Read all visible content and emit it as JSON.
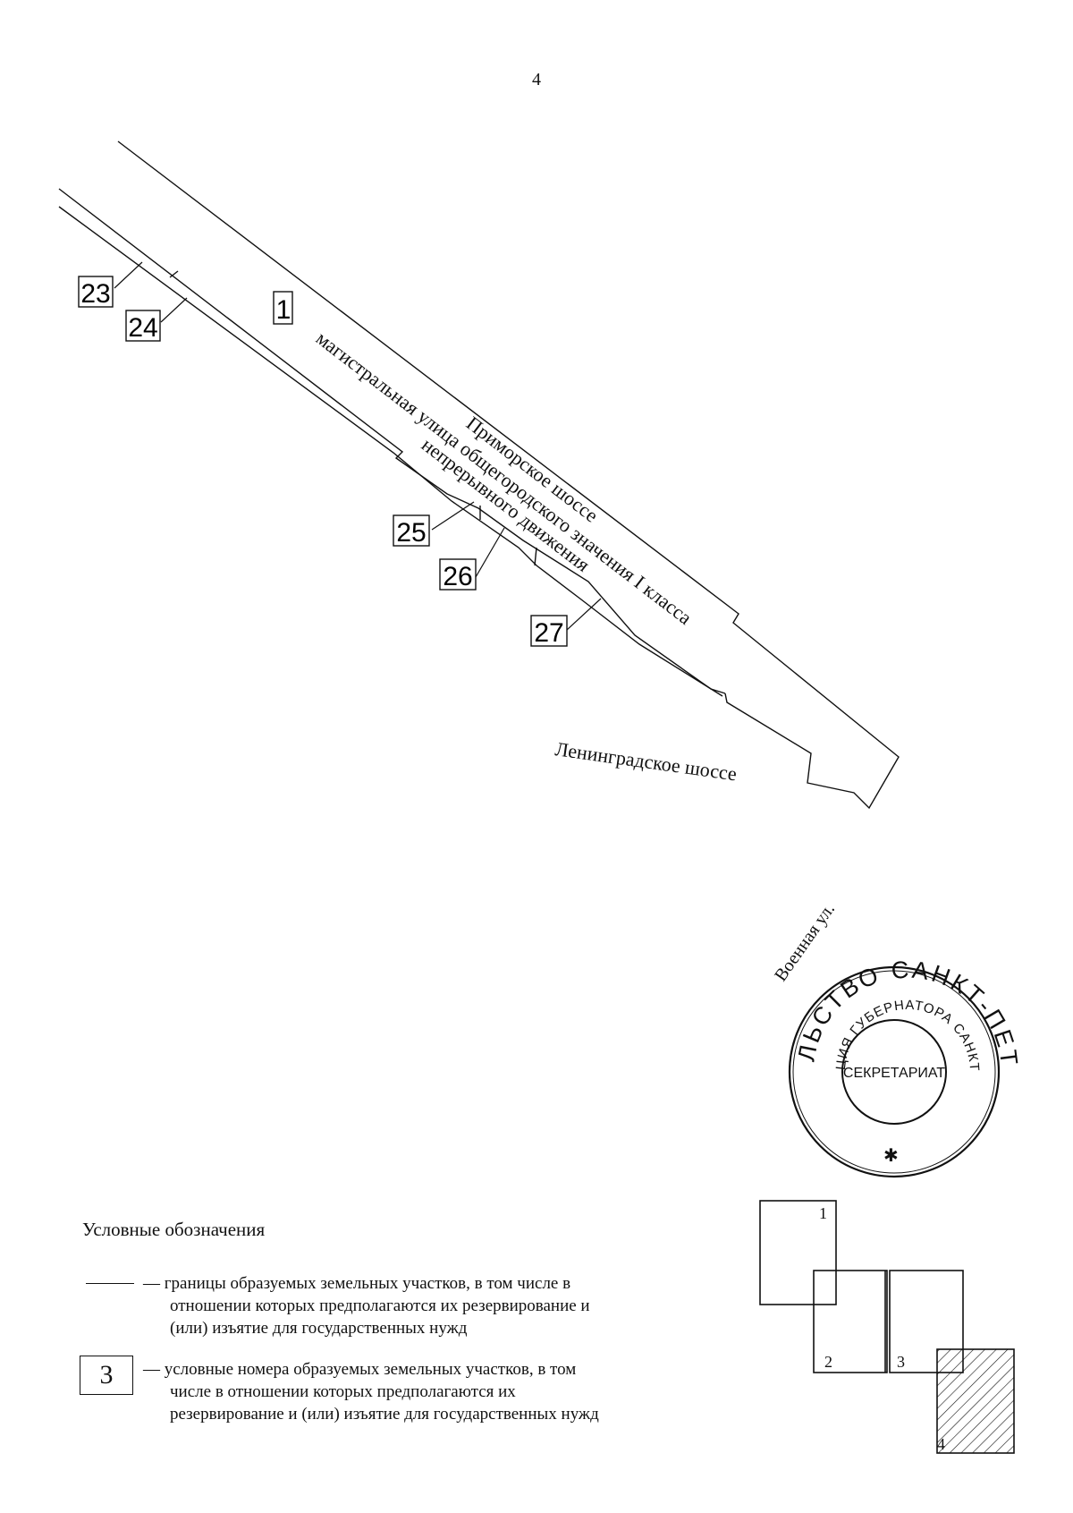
{
  "page": {
    "number": "4"
  },
  "map": {
    "parcel_labels": [
      "23",
      "24",
      "1",
      "25",
      "26",
      "27"
    ],
    "street_labels": {
      "primorskoe": "Приморское шоссе",
      "category_line1": "магистральная улица общегородского значения I класса",
      "category_line2": "непрерывного движения",
      "leningradskoe": "Ленинградское шоссе",
      "voennaya": "Военная ул."
    }
  },
  "stamp": {
    "outer_text": "ПРАВИТЕЛЬСТВО САНКТ-ПЕТЕРБУРГА",
    "inner_text": "АДМИНИСТРАЦИЯ ГУБЕРНАТОРА САНКТ-ПЕТЕРБУРГА",
    "center_text": "СЕКРЕТАРИАТ"
  },
  "legend": {
    "title": "Условные обозначения",
    "item1_line1": "— границы образуемых земельных участков, в том числе в",
    "item1_line2": "отношении которых предполагаются их резервирование и",
    "item1_line3": "(или) изъятие для государственных нужд",
    "item2_box": "3",
    "item2_line1": "— условные номера образуемых земельных участков, в том",
    "item2_line2": "числе в отношении которых предполагаются их",
    "item2_line3": "резервирование и (или) изъятие для государственных нужд"
  },
  "sheet_index": {
    "sheets": [
      "1",
      "2",
      "3",
      "4"
    ],
    "current_sheet": "4"
  }
}
